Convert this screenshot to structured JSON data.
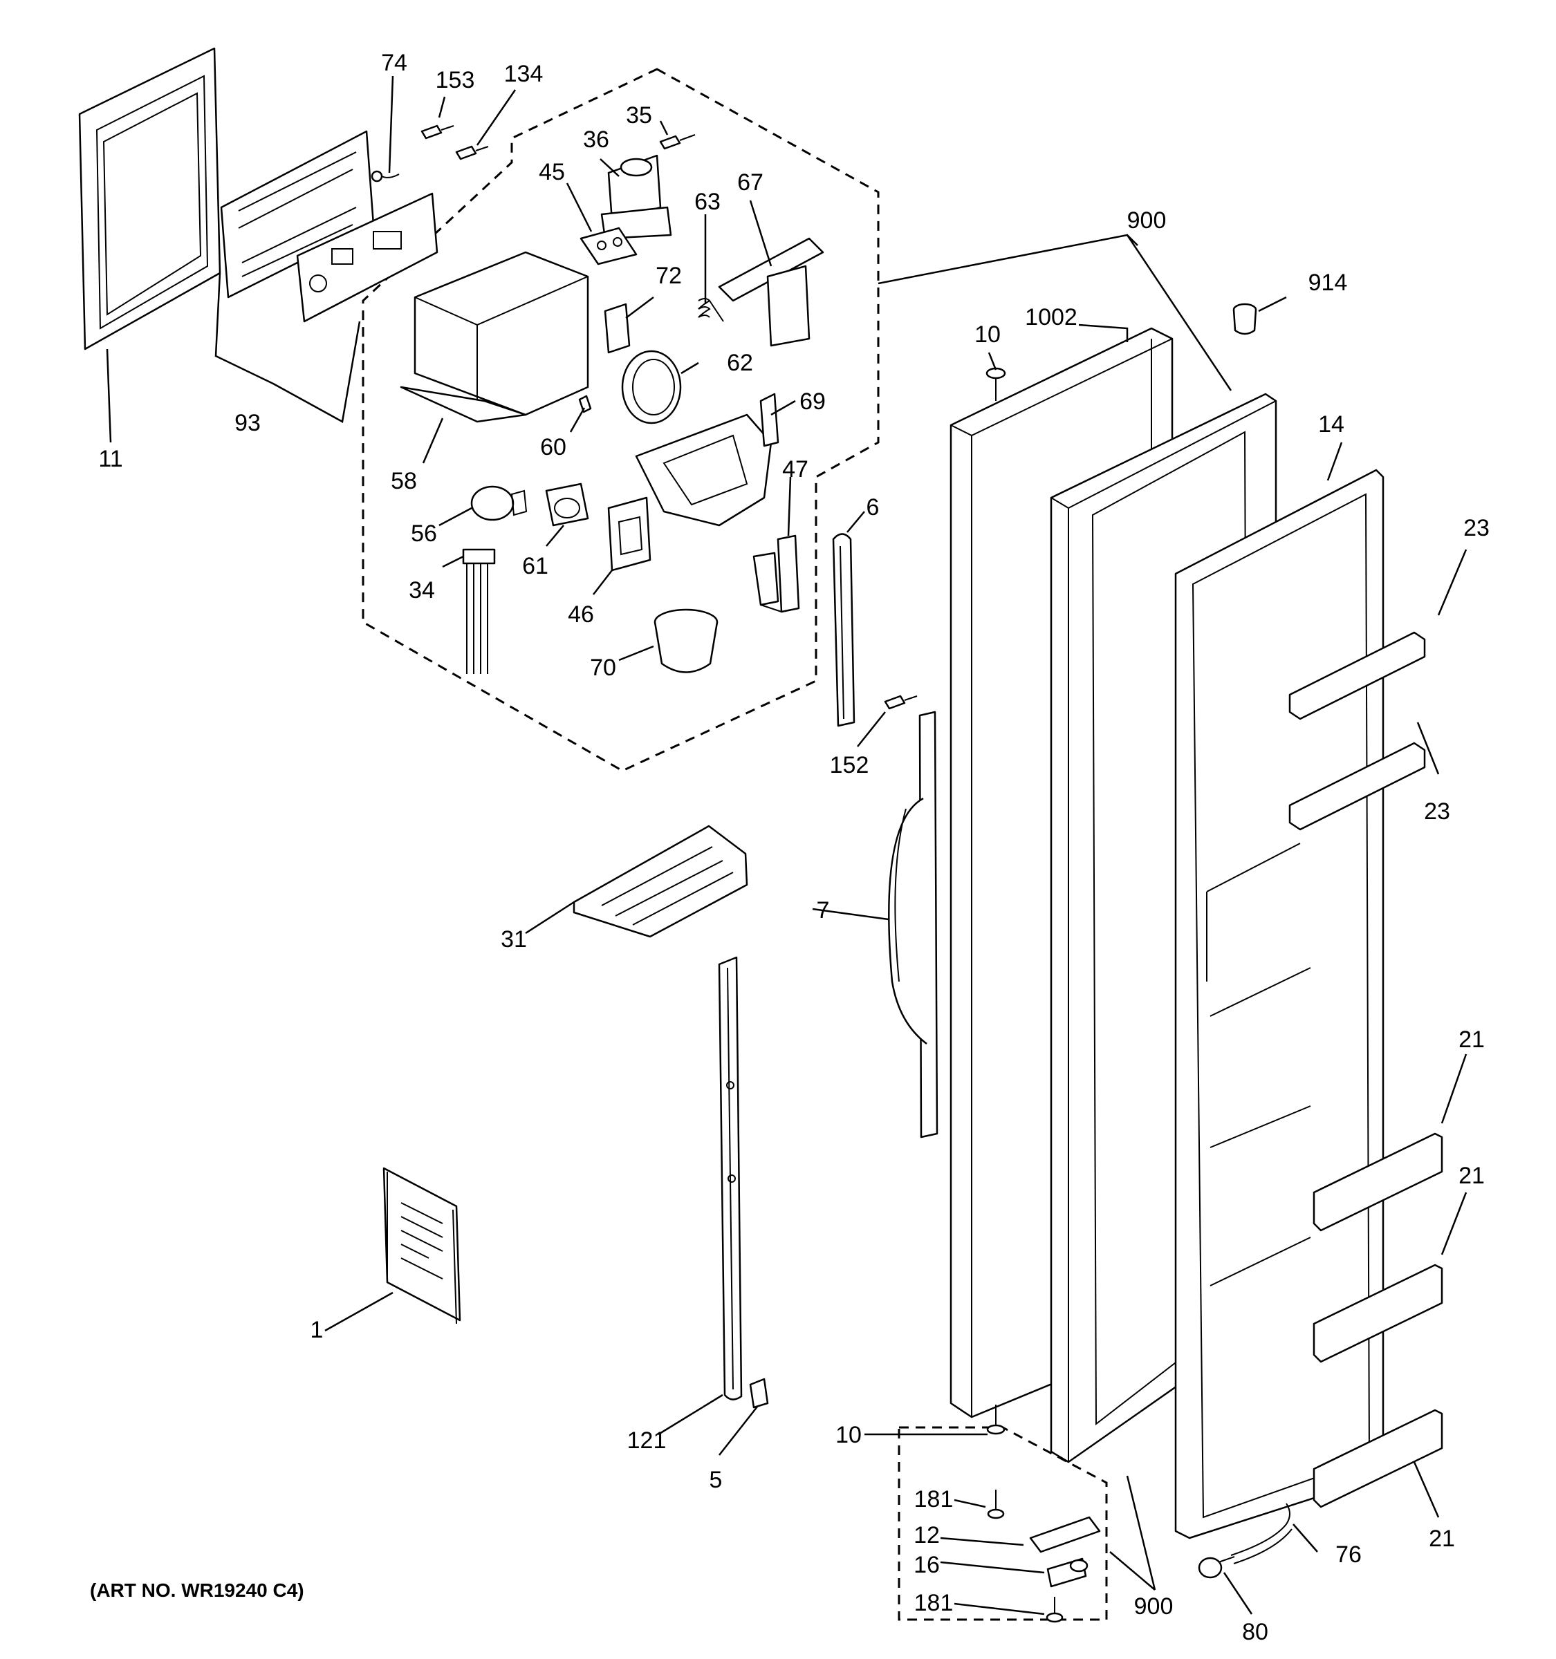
{
  "diagram": {
    "art_note": "(ART NO. WR19240 C4)",
    "callouts": {
      "c1": "1",
      "c5": "5",
      "c6": "6",
      "c7": "7",
      "c10a": "10",
      "c10b": "10",
      "c11": "11",
      "c12": "12",
      "c14": "14",
      "c16": "16",
      "c21a": "21",
      "c21b": "21",
      "c21c": "21",
      "c23a": "23",
      "c23b": "23",
      "c31": "31",
      "c34": "34",
      "c35": "35",
      "c36": "36",
      "c45": "45",
      "c46": "46",
      "c47": "47",
      "c56": "56",
      "c58": "58",
      "c60": "60",
      "c61": "61",
      "c62": "62",
      "c63": "63",
      "c67": "67",
      "c69": "69",
      "c70": "70",
      "c72": "72",
      "c74": "74",
      "c76": "76",
      "c80": "80",
      "c93": "93",
      "c121": "121",
      "c134": "134",
      "c152": "152",
      "c153": "153",
      "c181a": "181",
      "c181b": "181",
      "c900a": "900",
      "c900b": "900",
      "c914": "914",
      "c1002": "1002"
    }
  }
}
